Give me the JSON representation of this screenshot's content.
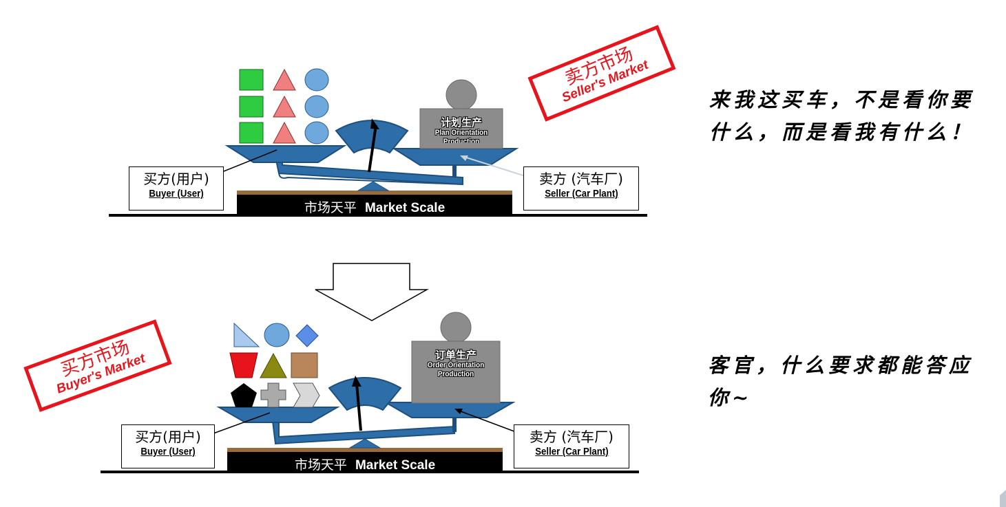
{
  "top_scale": {
    "stamp": {
      "cn": "卖方市场",
      "en": "Seller's Market"
    },
    "buyer_label": {
      "cn": "买方(用户)",
      "en": "Buyer (User)"
    },
    "seller_label": {
      "cn": "卖方 (汽车厂)",
      "en": "Seller (Car Plant)"
    },
    "base": {
      "cn": "市场天平",
      "en": "Market Scale"
    },
    "box": {
      "cn": "计划生产",
      "en1": "Plan Orientation",
      "en2": "Production"
    },
    "quote": "来我这买车，不是看你要什么，而是看我有什么！"
  },
  "bottom_scale": {
    "stamp": {
      "cn": "买方市场",
      "en": "Buyer's Market"
    },
    "buyer_label": {
      "cn": "买方(用户)",
      "en": "Buyer (User)"
    },
    "seller_label": {
      "cn": "卖方 (汽车厂)",
      "en": "Seller (Car Plant)"
    },
    "base": {
      "cn": "市场天平",
      "en": "Market Scale"
    },
    "box": {
      "cn": "订单生产",
      "en1": "Order Orientation",
      "en2": "Production"
    },
    "quote": "客官，什么要求都能答应你~"
  },
  "colors": {
    "scale_blue": "#2e6ea8",
    "scale_dark": "#1e4f7c",
    "stamp_red": "#e8141c",
    "base_black": "#000000",
    "base_brown": "#9a6a3a",
    "box_gray": "#8c8c8c"
  }
}
